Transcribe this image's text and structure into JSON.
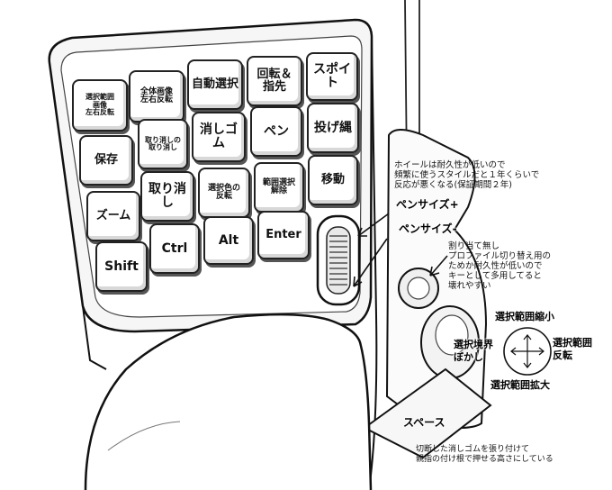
{
  "keys": {
    "r1": [
      "選択範囲\n画像\n左右反転",
      "全体画像\n左右反転",
      "自動選択",
      "回転＆\n指先",
      "スポイト"
    ],
    "r2": [
      "保存",
      "取り消しの\n取り消し",
      "消しゴム",
      "ペン",
      "投げ縄"
    ],
    "r3": [
      "ズーム",
      "取り消し",
      "選択色の\n反転",
      "範囲選択\n解除",
      "移動"
    ],
    "r4": [
      "Shift",
      "Ctrl",
      "Alt",
      "Enter"
    ],
    "space": "スペース"
  },
  "labels": {
    "wheel_note": "ホイールは耐久性が低いので\n頻繁に使うスタイルだと１年くらいで\n反応が悪くなる(保証期間２年)",
    "pen_size_plus": "ペンサイズ+",
    "pen_size_minus": "ペンサイズ-",
    "button_note": "割り当て無し\nプロファイル切り替え用の\nためか耐久性が低いので\nキーとして多用してると\n壊れやすい",
    "stick_up": "選択範囲縮小",
    "stick_left": "選択境界\nぼかし",
    "stick_right": "選択範囲\n反転",
    "stick_down": "選択範囲拡大",
    "space_note": "切断した消しゴムを張り付けて\n親指の付け根で押せる高さにしている"
  }
}
